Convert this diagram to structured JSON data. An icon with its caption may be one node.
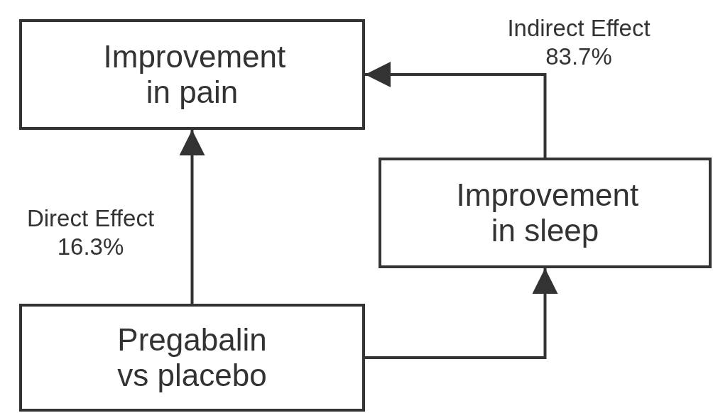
{
  "diagram": {
    "nodes": [
      {
        "text": [
          "Improvement in pain"
        ]
      },
      {
        "text": [
          "Improvement in sleep"
        ]
      },
      {
        "text": [
          "Pregabalin vs placebo"
        ]
      }
    ],
    "edges": [
      {
        "from": 2,
        "to": 0,
        "arrow": "to",
        "label": "Direct Effect 16.3%"
      },
      {
        "from": 2,
        "to": 1,
        "arrow": "to"
      },
      {
        "from": 1,
        "to": 0,
        "arrow": "to",
        "label": "Indirect Effect 83.7%"
      }
    ]
  }
}
